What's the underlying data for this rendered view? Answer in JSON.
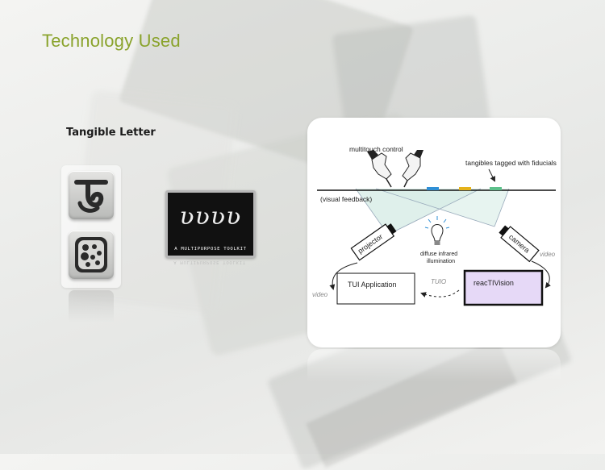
{
  "slide": {
    "title": "Technology Used",
    "subtitle": "Tangible Letter",
    "accent_color": "#8aa32c"
  },
  "toolkit": {
    "caption": "A MULTIPURPOSE TOOLKIT"
  },
  "diagram": {
    "labels": {
      "multitouch_control": "multitouch control",
      "tangibles_tagged": "tangibles tagged with fiducials",
      "visual_feedback": "(visual feedback)",
      "projector": "projector",
      "camera": "camera",
      "diffuse_infrared_line1": "diffuse infrared",
      "diffuse_infrared_line2": "illumination",
      "video_left": "video",
      "video_right": "video",
      "tui_application": "TUI Application",
      "tuio": "TUIO",
      "reactivision": "reacTIVision"
    },
    "colors": {
      "fiducial_blue": "#2f8fd6",
      "fiducial_yellow": "#e5b21a",
      "fiducial_green": "#5cc08a",
      "beam": "#d7ece6",
      "reactivision_fill": "#e6d9f7"
    }
  }
}
